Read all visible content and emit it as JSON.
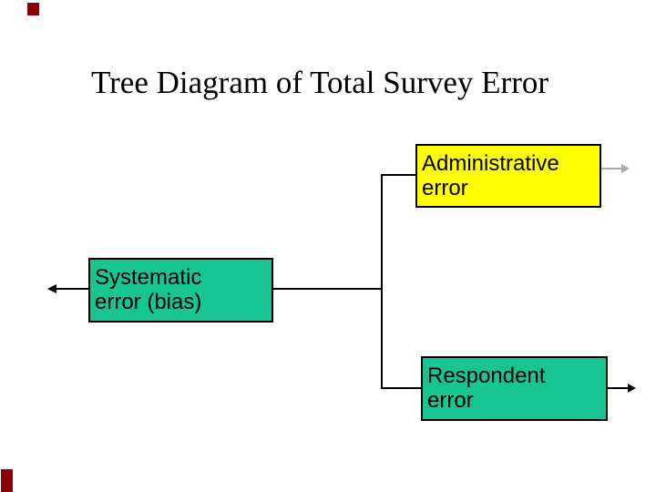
{
  "slide": {
    "title": "Tree Diagram of Total Survey Error",
    "background": "#FFFFFF"
  },
  "colors": {
    "node_admin_fill": "#FFFF00",
    "node_green_fill": "#17C592",
    "border_and_lines": "#000000",
    "gray_arrow": "#ABABAB",
    "corner_artifact": "#8B0000"
  },
  "nodes": {
    "administrative": {
      "line1": "Administrative",
      "line2": "error"
    },
    "systematic": {
      "line1": "Systematic",
      "line2": "error (bias)"
    },
    "respondent": {
      "line1": "Respondent",
      "line2": "error"
    }
  },
  "connectors": {
    "left_arrow": "arrow pointing left out of Systematic error (bias) box",
    "trunk": "horizontal line from Systematic box to vertical branch line",
    "branch_vertical": "vertical line joining Administrative and Respondent stubs",
    "gray_right_arrow": "short gray arrow pointing right out of Administrative error box",
    "black_right_arrow": "short black arrow pointing right out of Respondent error box"
  }
}
